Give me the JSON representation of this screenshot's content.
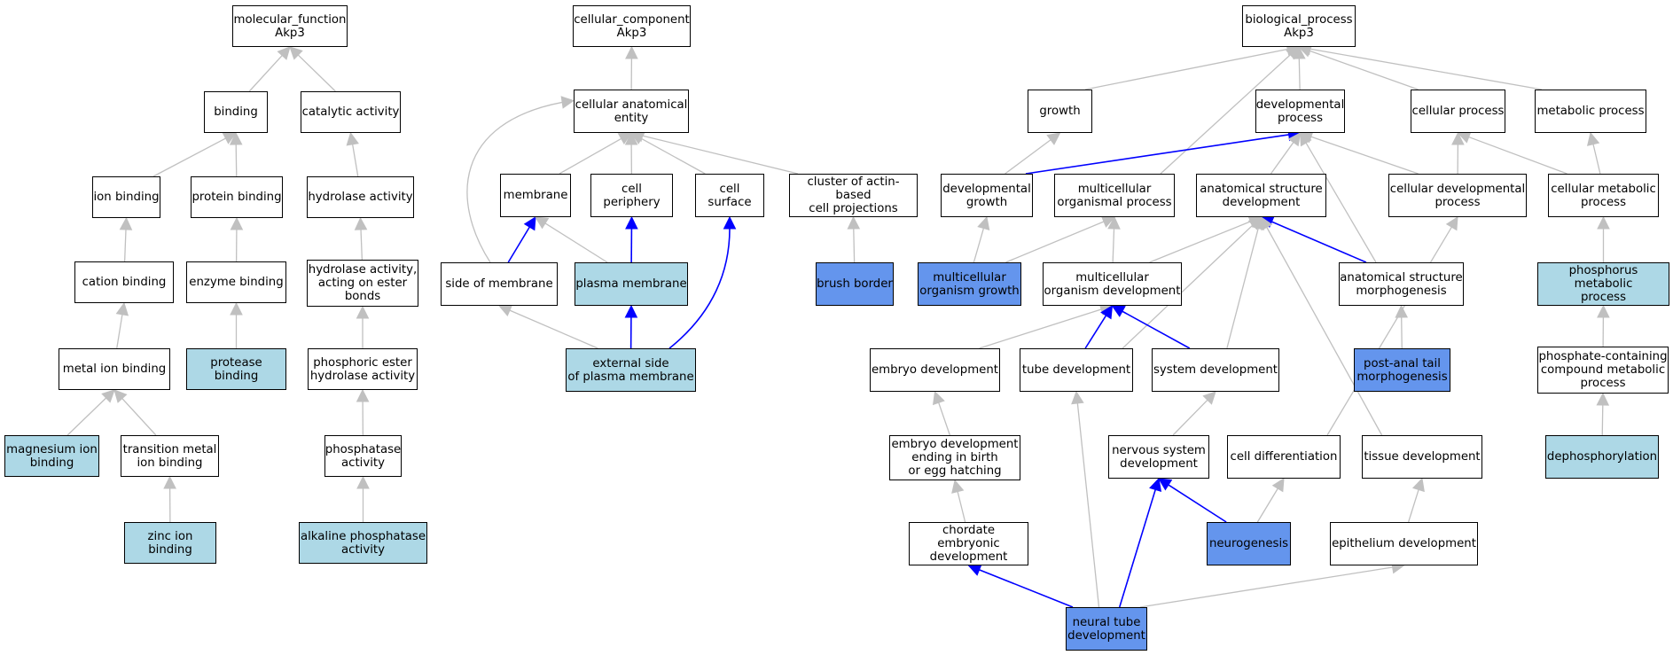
{
  "colors": {
    "default_fill": "#ffffff",
    "light_fill": "#add8e6",
    "dark_fill": "#6495ed",
    "gray_edge": "#c0c0c0",
    "blue_edge": "#0000ff"
  },
  "nodes": {
    "mf_root": {
      "label": "molecular_function\nAkp3",
      "fill": "white"
    },
    "binding": {
      "label": "binding",
      "fill": "white"
    },
    "catalytic": {
      "label": "catalytic activity",
      "fill": "white"
    },
    "ion_binding": {
      "label": "ion binding",
      "fill": "white"
    },
    "protein_binding": {
      "label": "protein binding",
      "fill": "white"
    },
    "hydrolase": {
      "label": "hydrolase activity",
      "fill": "white"
    },
    "cation_binding": {
      "label": "cation binding",
      "fill": "white"
    },
    "enzyme_binding": {
      "label": "enzyme binding",
      "fill": "white"
    },
    "hydrolase_ester": {
      "label": "hydrolase activity,\nacting on ester\nbonds",
      "fill": "white"
    },
    "metal_ion": {
      "label": "metal ion binding",
      "fill": "white"
    },
    "protease_binding": {
      "label": "protease binding",
      "fill": "light"
    },
    "phosphoric_ester": {
      "label": "phosphoric ester\nhydrolase activity",
      "fill": "white"
    },
    "magnesium": {
      "label": "magnesium ion\nbinding",
      "fill": "light"
    },
    "transition_metal": {
      "label": "transition metal\nion binding",
      "fill": "white"
    },
    "phosphatase": {
      "label": "phosphatase\nactivity",
      "fill": "white"
    },
    "zinc": {
      "label": "zinc ion binding",
      "fill": "light"
    },
    "alkaline": {
      "label": "alkaline phosphatase\nactivity",
      "fill": "light"
    },
    "cc_root": {
      "label": "cellular_component\nAkp3",
      "fill": "white"
    },
    "cae": {
      "label": "cellular anatomical\nentity",
      "fill": "white"
    },
    "membrane": {
      "label": "membrane",
      "fill": "white"
    },
    "cell_periphery": {
      "label": "cell periphery",
      "fill": "white"
    },
    "cell_surface": {
      "label": "cell surface",
      "fill": "white"
    },
    "cluster_actin": {
      "label": "cluster of actin-based\ncell projections",
      "fill": "white"
    },
    "side_membrane": {
      "label": "side of membrane",
      "fill": "white"
    },
    "plasma_membrane": {
      "label": "plasma membrane",
      "fill": "light"
    },
    "brush_border": {
      "label": "brush border",
      "fill": "dark"
    },
    "external_side": {
      "label": "external side\nof plasma membrane",
      "fill": "light"
    },
    "bp_root": {
      "label": "biological_process\nAkp3",
      "fill": "white"
    },
    "growth": {
      "label": "growth",
      "fill": "white"
    },
    "dev_process": {
      "label": "developmental\nprocess",
      "fill": "white"
    },
    "cellular_process": {
      "label": "cellular process",
      "fill": "white"
    },
    "metabolic_process": {
      "label": "metabolic process",
      "fill": "white"
    },
    "dev_growth": {
      "label": "developmental\ngrowth",
      "fill": "white"
    },
    "multi_org_process": {
      "label": "multicellular\norganismal process",
      "fill": "white"
    },
    "anat_struct_dev": {
      "label": "anatomical structure\ndevelopment",
      "fill": "white"
    },
    "cell_dev_process": {
      "label": "cellular developmental\nprocess",
      "fill": "white"
    },
    "cell_metabolic": {
      "label": "cellular metabolic\nprocess",
      "fill": "white"
    },
    "multi_org_growth": {
      "label": "multicellular\norganism growth",
      "fill": "dark"
    },
    "multi_org_dev": {
      "label": "multicellular\norganism development",
      "fill": "white"
    },
    "anat_morph": {
      "label": "anatomical structure\nmorphogenesis",
      "fill": "white"
    },
    "phosphorus_met": {
      "label": "phosphorus metabolic\nprocess",
      "fill": "light"
    },
    "embryo_dev": {
      "label": "embryo development",
      "fill": "white"
    },
    "tube_dev": {
      "label": "tube development",
      "fill": "white"
    },
    "system_dev": {
      "label": "system development",
      "fill": "white"
    },
    "post_anal": {
      "label": "post-anal tail\nmorphogenesis",
      "fill": "dark"
    },
    "phosphate_containing": {
      "label": "phosphate-containing\ncompound metabolic\nprocess",
      "fill": "white"
    },
    "embryo_birth": {
      "label": "embryo development\nending in birth\nor egg hatching",
      "fill": "white"
    },
    "nervous_dev": {
      "label": "nervous system\ndevelopment",
      "fill": "white"
    },
    "cell_diff": {
      "label": "cell differentiation",
      "fill": "white"
    },
    "tissue_dev": {
      "label": "tissue development",
      "fill": "white"
    },
    "dephosphorylation": {
      "label": "dephosphorylation",
      "fill": "light"
    },
    "chordate": {
      "label": "chordate embryonic\ndevelopment",
      "fill": "white"
    },
    "neurogenesis": {
      "label": "neurogenesis",
      "fill": "dark"
    },
    "epithelium_dev": {
      "label": "epithelium development",
      "fill": "white"
    },
    "neural_tube": {
      "label": "neural tube\ndevelopment",
      "fill": "dark"
    }
  },
  "edges": [
    {
      "from": "binding",
      "to": "mf_root",
      "color": "gray"
    },
    {
      "from": "catalytic",
      "to": "mf_root",
      "color": "gray"
    },
    {
      "from": "ion_binding",
      "to": "binding",
      "color": "gray"
    },
    {
      "from": "protein_binding",
      "to": "binding",
      "color": "gray"
    },
    {
      "from": "hydrolase",
      "to": "catalytic",
      "color": "gray"
    },
    {
      "from": "cation_binding",
      "to": "ion_binding",
      "color": "gray"
    },
    {
      "from": "enzyme_binding",
      "to": "protein_binding",
      "color": "gray"
    },
    {
      "from": "hydrolase_ester",
      "to": "hydrolase",
      "color": "gray"
    },
    {
      "from": "metal_ion",
      "to": "cation_binding",
      "color": "gray"
    },
    {
      "from": "protease_binding",
      "to": "enzyme_binding",
      "color": "gray"
    },
    {
      "from": "phosphoric_ester",
      "to": "hydrolase_ester",
      "color": "gray"
    },
    {
      "from": "magnesium",
      "to": "metal_ion",
      "color": "gray"
    },
    {
      "from": "transition_metal",
      "to": "metal_ion",
      "color": "gray"
    },
    {
      "from": "phosphatase",
      "to": "phosphoric_ester",
      "color": "gray"
    },
    {
      "from": "zinc",
      "to": "transition_metal",
      "color": "gray"
    },
    {
      "from": "alkaline",
      "to": "phosphatase",
      "color": "gray"
    },
    {
      "from": "cae",
      "to": "cc_root",
      "color": "gray"
    },
    {
      "from": "membrane",
      "to": "cae",
      "color": "gray"
    },
    {
      "from": "cell_periphery",
      "to": "cae",
      "color": "gray"
    },
    {
      "from": "cell_surface",
      "to": "cae",
      "color": "gray"
    },
    {
      "from": "cluster_actin",
      "to": "cae",
      "color": "gray"
    },
    {
      "from": "side_membrane",
      "to": "cae",
      "color": "gray",
      "curve": "side_left"
    },
    {
      "from": "side_membrane",
      "to": "membrane",
      "color": "blue"
    },
    {
      "from": "plasma_membrane",
      "to": "membrane",
      "color": "gray"
    },
    {
      "from": "plasma_membrane",
      "to": "cell_periphery",
      "color": "blue"
    },
    {
      "from": "brush_border",
      "to": "cluster_actin",
      "color": "gray"
    },
    {
      "from": "external_side",
      "to": "side_membrane",
      "color": "gray"
    },
    {
      "from": "external_side",
      "to": "plasma_membrane",
      "color": "blue"
    },
    {
      "from": "external_side",
      "to": "cell_surface",
      "color": "blue",
      "curve": "ext_surface"
    },
    {
      "from": "growth",
      "to": "bp_root",
      "color": "gray"
    },
    {
      "from": "dev_process",
      "to": "bp_root",
      "color": "gray"
    },
    {
      "from": "cellular_process",
      "to": "bp_root",
      "color": "gray"
    },
    {
      "from": "metabolic_process",
      "to": "bp_root",
      "color": "gray"
    },
    {
      "from": "multi_org_process",
      "to": "bp_root",
      "color": "gray"
    },
    {
      "from": "dev_growth",
      "to": "growth",
      "color": "gray"
    },
    {
      "from": "dev_growth",
      "to": "dev_process",
      "color": "blue"
    },
    {
      "from": "anat_struct_dev",
      "to": "dev_process",
      "color": "gray"
    },
    {
      "from": "cell_dev_process",
      "to": "dev_process",
      "color": "gray"
    },
    {
      "from": "cell_dev_process",
      "to": "cellular_process",
      "color": "gray"
    },
    {
      "from": "cell_metabolic",
      "to": "cellular_process",
      "color": "gray"
    },
    {
      "from": "cell_metabolic",
      "to": "metabolic_process",
      "color": "gray"
    },
    {
      "from": "multi_org_growth",
      "to": "dev_growth",
      "color": "gray"
    },
    {
      "from": "multi_org_growth",
      "to": "multi_org_process",
      "color": "gray"
    },
    {
      "from": "multi_org_dev",
      "to": "multi_org_process",
      "color": "gray"
    },
    {
      "from": "multi_org_dev",
      "to": "anat_struct_dev",
      "color": "gray"
    },
    {
      "from": "anat_morph",
      "to": "anat_struct_dev",
      "color": "blue"
    },
    {
      "from": "anat_morph",
      "to": "dev_process",
      "color": "gray"
    },
    {
      "from": "phosphorus_met",
      "to": "cell_metabolic",
      "color": "gray"
    },
    {
      "from": "embryo_dev",
      "to": "multi_org_dev",
      "color": "gray"
    },
    {
      "from": "tube_dev",
      "to": "multi_org_dev",
      "color": "blue"
    },
    {
      "from": "tube_dev",
      "to": "anat_struct_dev",
      "color": "gray"
    },
    {
      "from": "system_dev",
      "to": "multi_org_dev",
      "color": "blue"
    },
    {
      "from": "system_dev",
      "to": "anat_struct_dev",
      "color": "gray"
    },
    {
      "from": "post_anal",
      "to": "anat_morph",
      "color": "gray"
    },
    {
      "from": "phosphate_containing",
      "to": "phosphorus_met",
      "color": "gray"
    },
    {
      "from": "embryo_birth",
      "to": "embryo_dev",
      "color": "gray"
    },
    {
      "from": "nervous_dev",
      "to": "system_dev",
      "color": "gray"
    },
    {
      "from": "cell_diff",
      "to": "cell_dev_process",
      "color": "gray"
    },
    {
      "from": "tissue_dev",
      "to": "anat_struct_dev",
      "color": "gray"
    },
    {
      "from": "dephosphorylation",
      "to": "phosphate_containing",
      "color": "gray"
    },
    {
      "from": "chordate",
      "to": "embryo_birth",
      "color": "gray"
    },
    {
      "from": "neurogenesis",
      "to": "nervous_dev",
      "color": "blue"
    },
    {
      "from": "neurogenesis",
      "to": "cell_diff",
      "color": "gray"
    },
    {
      "from": "epithelium_dev",
      "to": "tissue_dev",
      "color": "gray"
    },
    {
      "from": "neural_tube",
      "to": "chordate",
      "color": "blue"
    },
    {
      "from": "neural_tube",
      "to": "nervous_dev",
      "color": "blue"
    },
    {
      "from": "neural_tube",
      "to": "tube_dev",
      "color": "gray"
    },
    {
      "from": "neural_tube",
      "to": "epithelium_dev",
      "color": "gray"
    }
  ]
}
